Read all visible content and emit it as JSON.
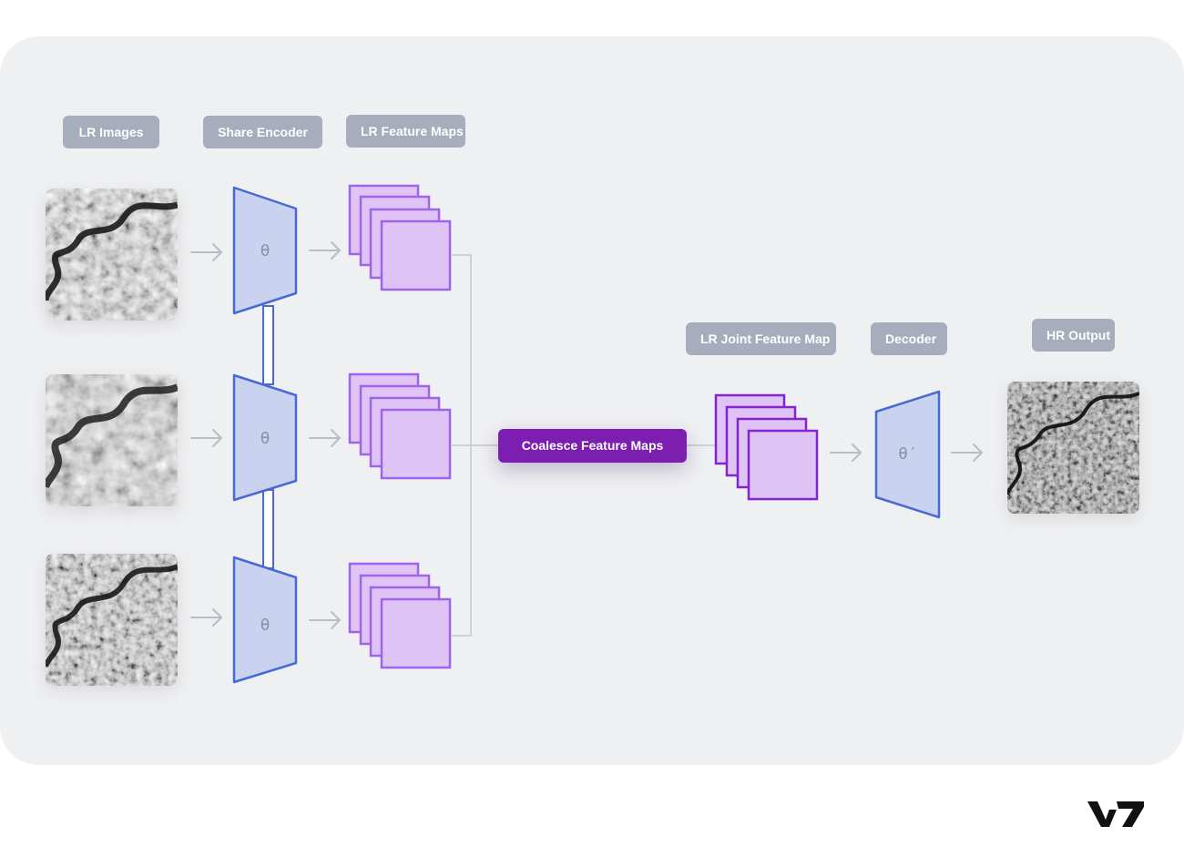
{
  "labels": {
    "lr_images": "LR Images",
    "share_encoder": "Share Encoder",
    "lr_feature_maps": "LR Feature Maps",
    "coalesce": "Coalesce Feature Maps",
    "lr_joint_feature_map": "LR Joint Feature Map",
    "decoder": "Decoder",
    "hr_output": "HR Output"
  },
  "encoder_symbol": "θ",
  "decoder_symbol": "θ′",
  "logo_text": "V7",
  "colors": {
    "panel_bg": "#eff0f2",
    "label_bg": "#a7adbc",
    "coalesce_bg": "#7c1fb0",
    "encoder_fill": "#c9d2ee",
    "encoder_stroke": "#4a6ad3",
    "feature_fill": "#e0c3f5",
    "feature_stroke": "#a064e8",
    "joint_stroke": "#8324d0",
    "arrow": "#b9bcc2",
    "connector": "#c4c7cc"
  },
  "icons": {
    "arrow": "right-arrow-icon",
    "logo": "v7-logo-icon"
  }
}
